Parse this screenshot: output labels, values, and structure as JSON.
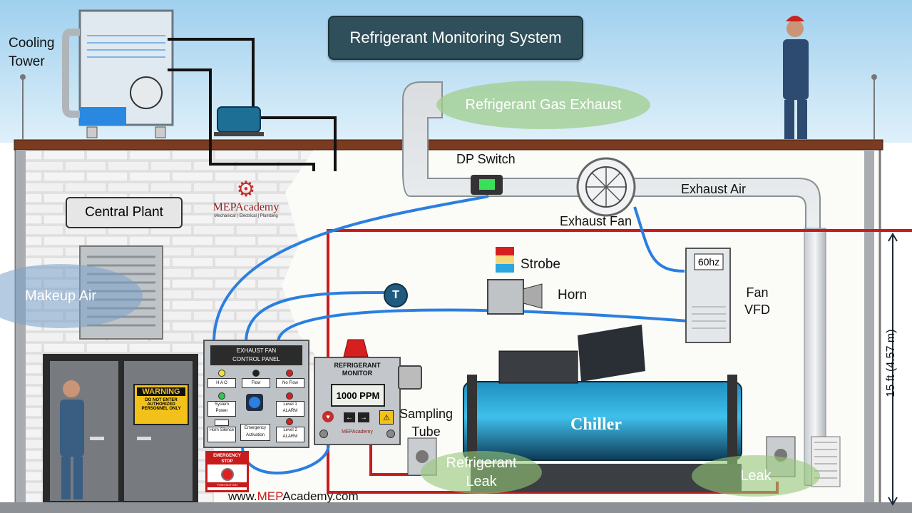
{
  "title": "Refrigerant Monitoring System",
  "cooling_tower_label": "Cooling\nTower",
  "central_plant_label": "Central Plant",
  "logo": {
    "brand": "MEPAcademy",
    "tagline": "Mechanical | Electrical | Plumbing"
  },
  "gas_exhaust_label": "Refrigerant Gas Exhaust",
  "dp_switch_label": "DP Switch",
  "exhaust_air_label": "Exhaust Air",
  "exhaust_fan_label": "Exhaust Fan",
  "makeup_air_label": "Makeup Air",
  "strobe_label": "Strobe",
  "horn_label": "Horn",
  "temp_sensor_label": "T",
  "vfd": {
    "display": "60hz",
    "label_line1": "Fan",
    "label_line2": "VFD"
  },
  "height_label": "15 ft (4.57 m)",
  "warning_sign": {
    "title": "WARNING",
    "text": "DO NOT ENTER AUTHORIZED PERSONNEL ONLY"
  },
  "control_panel": {
    "title_line1": "EXHAUST FAN",
    "title_line2": "CONTROL PANEL",
    "hao": "H A O",
    "flow": "Flow",
    "no_flow": "No Flow",
    "system_power": "System Power",
    "level1": "Level 1 ALARM",
    "horn_silence": "Horn Silence",
    "emergency_activation": "Emergency Activation",
    "level2": "Level 2 ALARM"
  },
  "monitor": {
    "title_line1": "REFRIGERANT",
    "title_line2": "MONITOR",
    "reading": "1000 PPM",
    "brand": "MEPAcademy"
  },
  "emergency_stop": {
    "title_line1": "EMERGENCY",
    "title_line2": "STOP",
    "push": "PUSH BUTTON"
  },
  "website": {
    "prefix": "www.",
    "brand": "MEP",
    "suffix": "Academy.com"
  },
  "sampling_tube_label": "Sampling\nTube",
  "chiller_label": "Chiller",
  "refrigerant_leak_label": "Refrigerant\nLeak",
  "leak_label": "Leak",
  "colors": {
    "pipe_red": "#c81b1b",
    "wire_blue": "#2a7fe0",
    "panel": "#2f4f5a",
    "roof": "#7a3b20",
    "chiller": "#2aa7d8"
  }
}
